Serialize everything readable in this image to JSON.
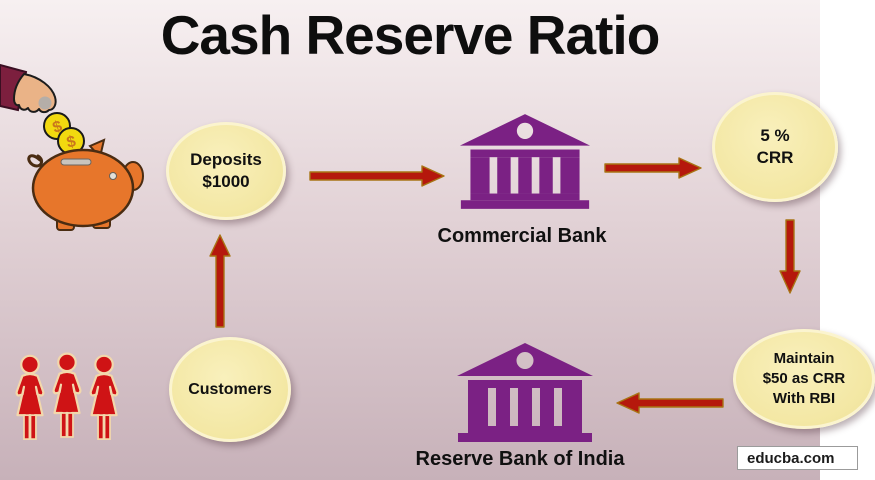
{
  "title": "Cash Reserve Ratio",
  "nodes": {
    "deposits": {
      "line1": "Deposits",
      "line2": "$1000"
    },
    "crr": {
      "line1": "5 %",
      "line2": "CRR"
    },
    "maintain": {
      "line1": "Maintain",
      "line2": "$50 as CRR",
      "line3": "With RBI"
    },
    "customers": {
      "label": "Customers"
    }
  },
  "banks": {
    "commercial": {
      "label": "Commercial Bank"
    },
    "rbi": {
      "label": "Reserve Bank of India"
    }
  },
  "watermark": {
    "text": "educba.com"
  },
  "icons": {
    "coin_symbol": "$",
    "piggy_bank": "piggy-bank-icon",
    "hand": "hand-dropping-coins-icon",
    "people": "customers-group-icon",
    "bank": "classical-bank-icon",
    "arrow": "flow-arrow-icon"
  },
  "colors": {
    "bg_top": "#f7f0f1",
    "bg_mid": "#e2d2d6",
    "bg_bottom": "#c7b1b9",
    "title_text": "#0e0e0e",
    "arrow_fill": "#b5180c",
    "arrow_outline": "#a87414",
    "bank_purple": "#7b2184",
    "circle_fill": "#f3e7a3",
    "circle_fill_light": "#f9f0bc",
    "circle_rim": "#fbf4cf",
    "label_text": "#101010",
    "people_red": "#cf1315",
    "people_outline": "#f2d8ac",
    "pig_orange": "#e7762b",
    "pig_outline": "#4a2c12",
    "coin_gold": "#f2d90f",
    "sleeve_maroon": "#7c1f3e",
    "hand_skin": "#eab387",
    "watermark_bg": "#ffffff",
    "watermark_text": "#1b1b1b"
  }
}
